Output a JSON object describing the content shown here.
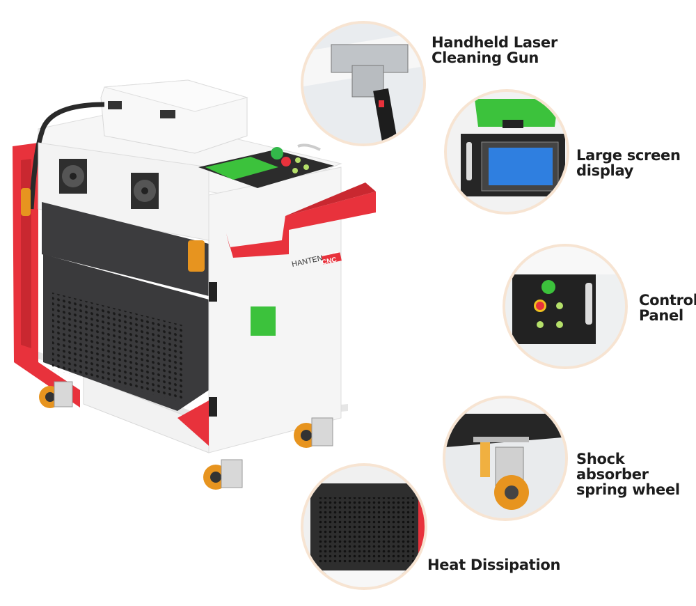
{
  "brand": {
    "name_left": "HANTEN",
    "name_right": "CNC"
  },
  "features": [
    {
      "line1": "Handheld Laser",
      "line2": "Cleaning Gun",
      "icon": "laser-gun"
    },
    {
      "line1": "Large screen",
      "line2": "display",
      "icon": "display-screen"
    },
    {
      "line1": "Control",
      "line2": "Panel",
      "icon": "control-panel"
    },
    {
      "line1": "Shock absorber",
      "line2": "spring wheel",
      "icon": "spring-wheel"
    },
    {
      "line1": "Heat Dissipation",
      "line2": "",
      "icon": "vent-panel"
    }
  ],
  "colors": {
    "frame_red": "#e8323c",
    "panel_dark": "#3a3a3c",
    "screen_green": "#3cc23c",
    "body_white": "#f4f4f4",
    "wheel_orange": "#e7941f",
    "circle_border": "#f7e4d2"
  }
}
